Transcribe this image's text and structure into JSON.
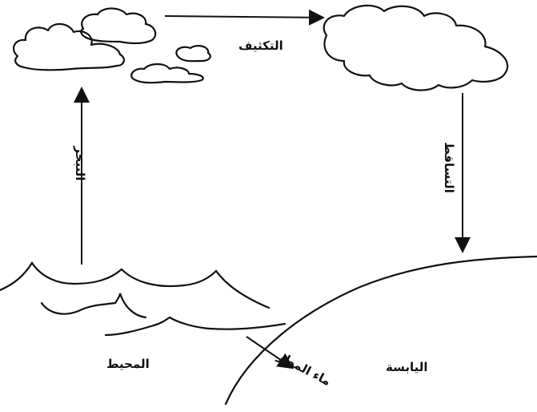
{
  "labels": {
    "condensation": "التكثيف",
    "evaporation": "التبخر",
    "precipitation": "التساقط",
    "ocean": "المحيط",
    "land": "اليابسة",
    "runoff": "ماء المطر"
  }
}
